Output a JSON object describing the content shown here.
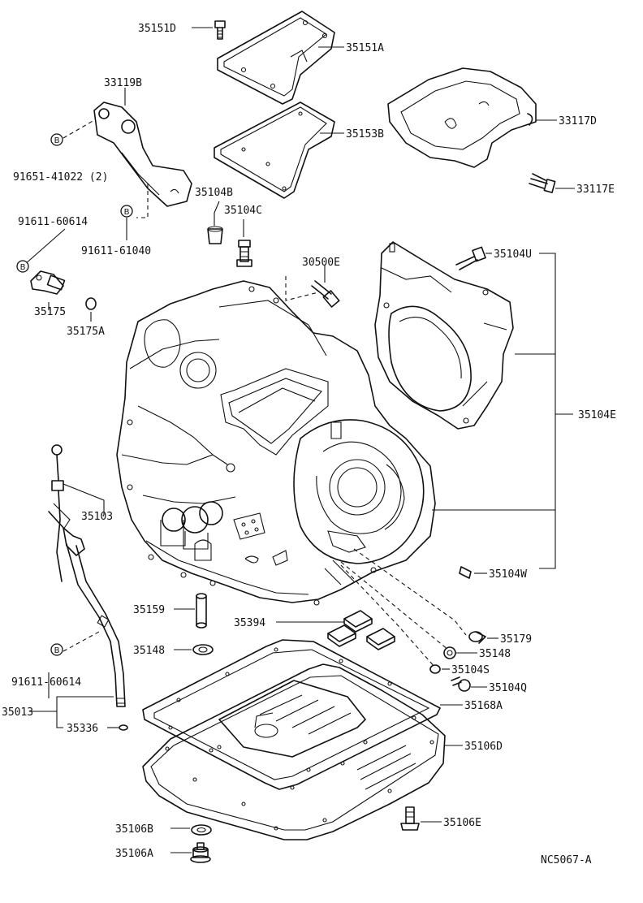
{
  "diagram": {
    "ref_code": "NC5067-A",
    "callout_letter": "B",
    "labels": {
      "p35151D": "35151D",
      "p35151A": "35151A",
      "p33119B": "33119B",
      "p35153B": "35153B",
      "p33117D": "33117D",
      "p91651": "91651-41022 (2)",
      "p35104B": "35104B",
      "p33117E": "33117E",
      "p35104C": "35104C",
      "p91611_a": "91611-60614",
      "p91611_b": "91611-61040",
      "p30500E": "30500E",
      "p35104U": "35104U",
      "p35175": "35175",
      "p35175A": "35175A",
      "p35104E": "35104E",
      "p35103": "35103",
      "p35104W": "35104W",
      "p35159": "35159",
      "p35394": "35394",
      "p35179": "35179",
      "p35148_a": "35148",
      "p35148_b": "35148",
      "p35104S": "35104S",
      "p35104Q": "35104Q",
      "p91611_c": "91611-60614",
      "p35013": "35013",
      "p35168A": "35168A",
      "p35336": "35336",
      "p35106D": "35106D",
      "p35106B": "35106B",
      "p35106E": "35106E",
      "p35106A": "35106A"
    }
  }
}
